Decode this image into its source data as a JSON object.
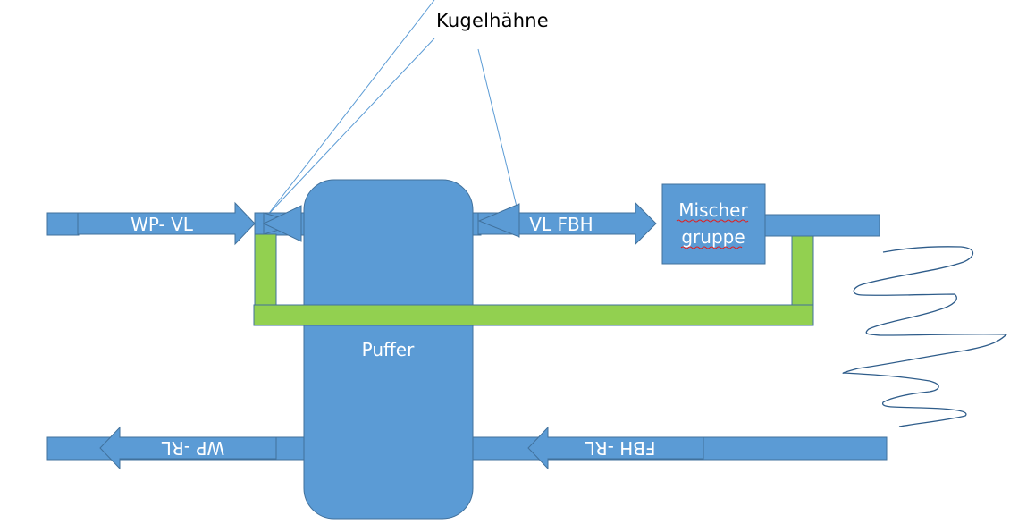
{
  "title_label": "Kugelhähne",
  "colors": {
    "pipe_fill": "#5B9BD5",
    "pipe_border": "#41719C",
    "bypass_fill": "#92D050",
    "callout_line": "#5B9BD5",
    "scribble": "#2E5C8A",
    "label_text": "#FFFFFF"
  },
  "labels": {
    "wp_vl": "WP- VL",
    "vl_fbh": "VL FBH",
    "mischer_line1": "Mischer",
    "mischer_line2": "gruppe",
    "puffer": "Puffer",
    "wp_rl": "WP -RL",
    "fbh_rl": "FBH -RL"
  },
  "components": [
    {
      "id": "puffer",
      "type": "buffer-tank"
    },
    {
      "id": "mischergruppe",
      "type": "mixer-group"
    },
    {
      "id": "kugelhahn-left",
      "type": "ball-valve"
    },
    {
      "id": "kugelhahn-right",
      "type": "ball-valve"
    },
    {
      "id": "bypass",
      "type": "bypass-pipe"
    },
    {
      "id": "fbh",
      "type": "floor-heating-scribble"
    }
  ]
}
